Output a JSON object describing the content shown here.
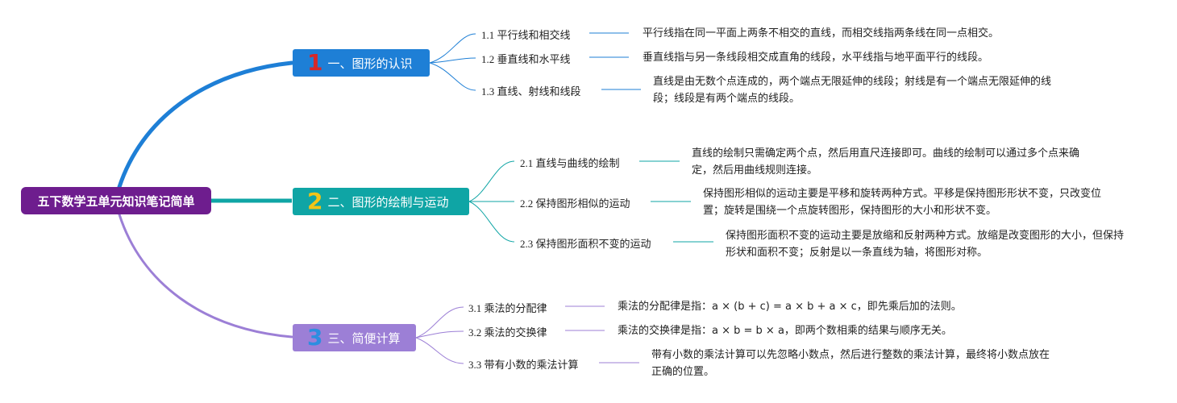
{
  "root": {
    "title": "五下数学五单元知识笔记简单"
  },
  "branches": [
    {
      "number": "1",
      "title": "一、图形的认识",
      "color": "#1e7fd6",
      "number_color": "#d62828",
      "items": [
        {
          "label": "1.1 平行线和相交线",
          "desc": "平行线指在同一平面上两条不相交的直线，而相交线指两条线在同一点相交。"
        },
        {
          "label": "1.2 垂直线和水平线",
          "desc": "垂直线指与另一条线段相交成直角的线段，水平线指与地平面平行的线段。"
        },
        {
          "label": "1.3 直线、射线和线段",
          "desc": "直线是由无数个点连成的，两个端点无限延伸的线段；射线是有一个端点无限延伸的线段；线段是有两个端点的线段。"
        }
      ]
    },
    {
      "number": "2",
      "title": "二、图形的绘制与运动",
      "color": "#0fa5a5",
      "number_color": "#f2c417",
      "items": [
        {
          "label": "2.1 直线与曲线的绘制",
          "desc": "直线的绘制只需确定两个点，然后用直尺连接即可。曲线的绘制可以通过多个点来确定，然后用曲线规则连接。"
        },
        {
          "label": "2.2 保持图形相似的运动",
          "desc": "保持图形相似的运动主要是平移和旋转两种方式。平移是保持图形形状不变，只改变位置；旋转是围绕一个点旋转图形，保持图形的大小和形状不变。"
        },
        {
          "label": "2.3 保持图形面积不变的运动",
          "desc": "保持图形面积不变的运动主要是放缩和反射两种方式。放缩是改变图形的大小，但保持形状和面积不变；反射是以一条直线为轴，将图形对称。"
        }
      ]
    },
    {
      "number": "3",
      "title": "三、简便计算",
      "color": "#9c7fd6",
      "number_color": "#2d8ee0",
      "items": [
        {
          "label": "3.1 乘法的分配律",
          "desc": "乘法的分配律是指：a × (b + c) = a × b + a × c，即先乘后加的法则。"
        },
        {
          "label": "3.2 乘法的交换律",
          "desc": "乘法的交换律是指：a × b = b × a，即两个数相乘的结果与顺序无关。"
        },
        {
          "label": "3.3 带有小数的乘法计算",
          "desc": "带有小数的乘法计算可以先忽略小数点，然后进行整数的乘法计算，最终将小数点放在正确的位置。"
        }
      ]
    }
  ]
}
